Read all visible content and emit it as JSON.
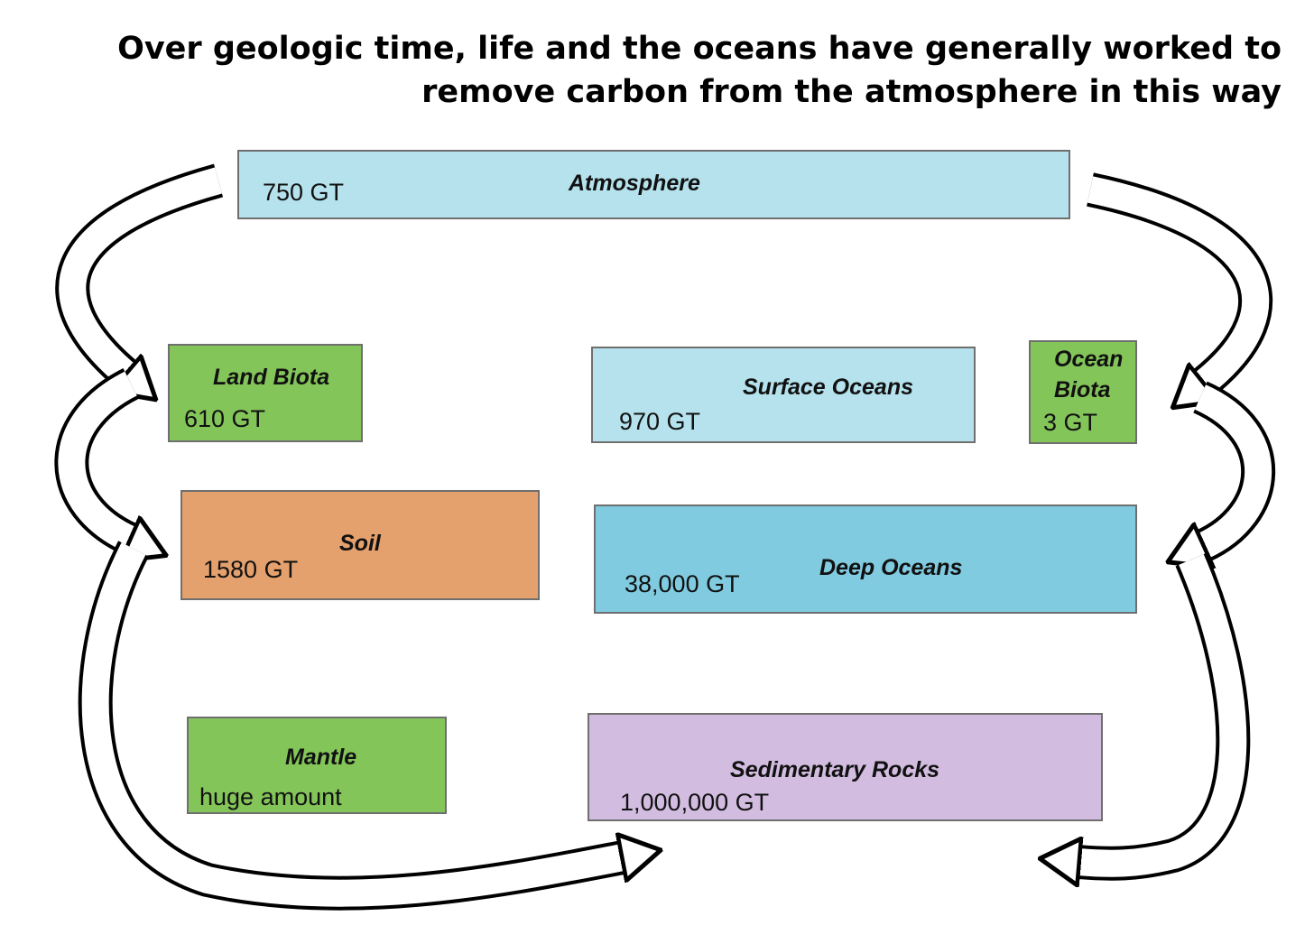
{
  "headline": {
    "line1": "Over geologic time, life and the oceans have generally worked to",
    "line2": "remove carbon from the atmosphere in this way"
  },
  "colors": {
    "green": "#84c55a",
    "light_blue": "#b5e2ec",
    "mid_blue": "#80cbe0",
    "orange": "#e5a16d",
    "lavender": "#d2bde0",
    "border": "#6f6f6f",
    "arrow_stroke": "#000000",
    "arrow_fill": "#ffffff"
  },
  "reservoirs": {
    "atmosphere": {
      "name": "Atmosphere",
      "amount": "750 GT"
    },
    "land_biota": {
      "name": "Land Biota",
      "amount": "610 GT"
    },
    "surface_oceans": {
      "name": "Surface Oceans",
      "amount": "970 GT"
    },
    "ocean_biota": {
      "name_line1": "Ocean",
      "name_line2": "Biota",
      "amount": "3 GT"
    },
    "soil": {
      "name": "Soil",
      "amount": "1580 GT"
    },
    "deep_oceans": {
      "name": "Deep Oceans",
      "amount": "38,000 GT"
    },
    "mantle": {
      "name": "Mantle",
      "amount": "huge amount"
    },
    "sedimentary_rocks": {
      "name": "Sedimentary Rocks",
      "amount": "1,000,000 GT"
    }
  }
}
